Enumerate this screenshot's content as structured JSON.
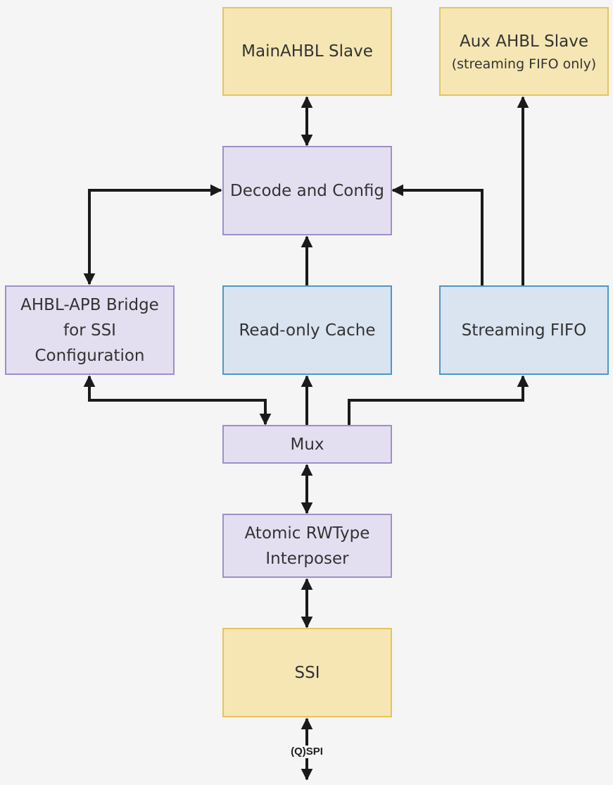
{
  "colors": {
    "background": "#f5f5f5",
    "slave_fill": "#f5e6b4",
    "slave_border": "#e6c45c",
    "logic_fill": "#e4dff0",
    "logic_border": "#9f8ec9",
    "memory_fill": "#dae3f0",
    "memory_border": "#4f97c2",
    "wire": "#1a1a1a"
  },
  "blocks": {
    "main_slave": {
      "label": "MainAHBL Slave"
    },
    "aux_slave": {
      "label": "Aux AHBL Slave",
      "sublabel": "(streaming FIFO only)"
    },
    "decode": {
      "label": "Decode and Config"
    },
    "bridge": {
      "line1": "AHBL-APB Bridge",
      "line2": "for SSI Configuration"
    },
    "cache": {
      "label": "Read-only Cache"
    },
    "fifo": {
      "label": "Streaming FIFO"
    },
    "mux": {
      "label": "Mux"
    },
    "interposer": {
      "line1": "Atomic RWType",
      "line2": "Interposer"
    },
    "ssi": {
      "label": "SSI"
    }
  },
  "bus": {
    "label": "(Q)SPI"
  }
}
